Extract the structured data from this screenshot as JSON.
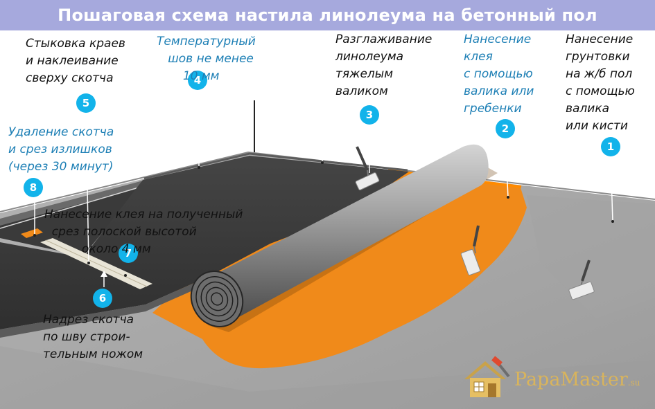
{
  "title": "Пошаговая схема настила линолеума на бетонный пол",
  "steps": {
    "s1": {
      "num": "1",
      "text": "Нанесение\nгрунтовки\nна ж/б пол\nс помощью\nвалика\nили кисти"
    },
    "s2": {
      "num": "2",
      "text": "Нанесение\nклея\nс помощью\nвалика или\nгребенки"
    },
    "s3": {
      "num": "3",
      "text": "Разглаживание\nлинолеума\nтяжелым\nваликом"
    },
    "s4": {
      "num": "4",
      "text": "Температурный\n   шов не менее\n       10 мм"
    },
    "s5": {
      "num": "5",
      "text": "Стыковка краев\nи наклеивание\nсверху скотча"
    },
    "s6": {
      "num": "6",
      "text": "Надрез скотча\nпо шву строи-\nтельным ножом"
    },
    "s7": {
      "num": "7",
      "text": "Нанесение клея на полученный\n  срез полоской высотой\n          около 4 мм"
    },
    "s8": {
      "num": "8",
      "text": "Удаление скотча\nи срез излишков\n(через 30 минут)"
    }
  },
  "logo": {
    "text": "PapaMaster",
    "suffix": ".su"
  },
  "colors": {
    "title_bg": "#a6a9dd",
    "badge": "#12b3ea",
    "glue": "#f08a1a",
    "concrete": "#a9a9a9",
    "linoleum": "#3c3c3c",
    "label_blue": "#1d7fb5"
  }
}
